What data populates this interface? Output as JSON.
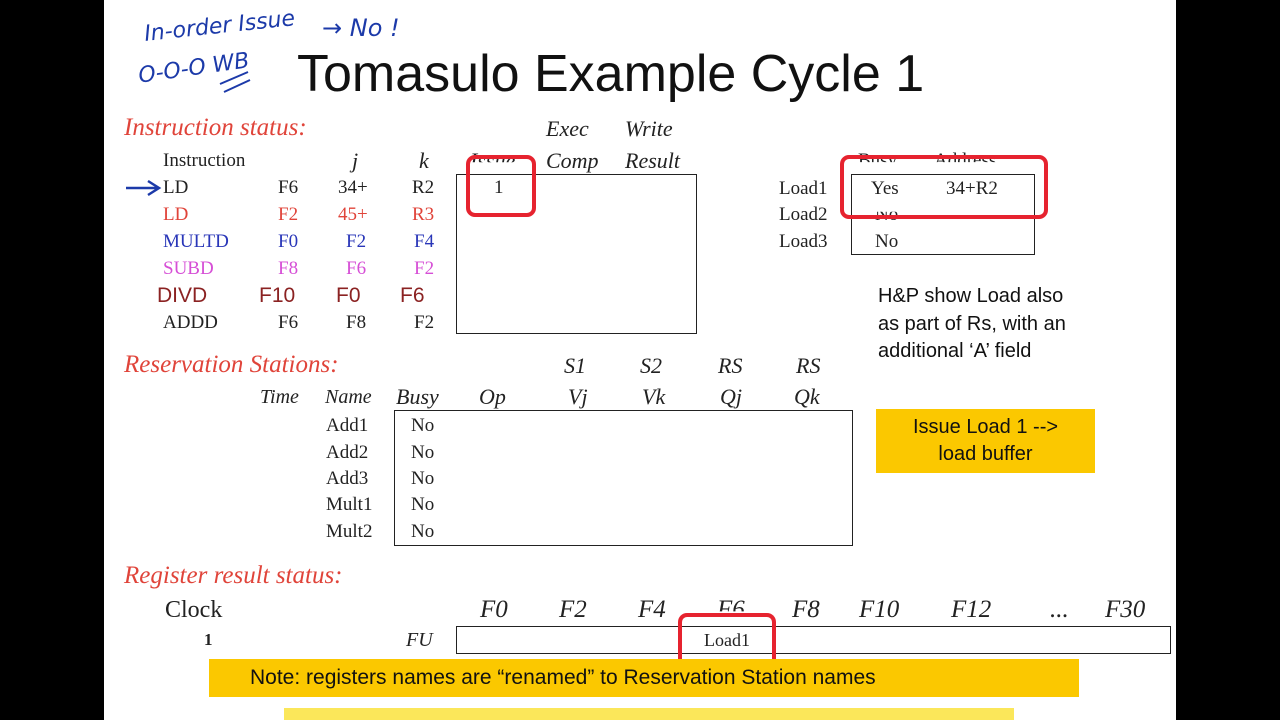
{
  "title": "Tomasulo Example Cycle 1",
  "handwriting": {
    "line1": "In-order Issue",
    "arrow_note": "→ No !",
    "line2": "O-O-O WB"
  },
  "instruction_status": {
    "heading": "Instruction status:",
    "col_instruction": "Instruction",
    "col_j": "j",
    "col_k": "k",
    "col_issue": "Issue",
    "col_exec_top": "Exec",
    "col_exec_bottom": "Comp",
    "col_write_top": "Write",
    "col_write_bottom": "Result",
    "rows": [
      {
        "op": "LD",
        "dest": "F6",
        "j": "34+",
        "k": "R2",
        "issue": "1",
        "color": "#222222"
      },
      {
        "op": "LD",
        "dest": "F2",
        "j": "45+",
        "k": "R3",
        "issue": "",
        "color": "#e0443a"
      },
      {
        "op": "MULTD",
        "dest": "F0",
        "j": "F2",
        "k": "F4",
        "issue": "",
        "color": "#2936b8"
      },
      {
        "op": "SUBD",
        "dest": "F8",
        "j": "F6",
        "k": "F2",
        "issue": "",
        "color": "#d64fd6"
      },
      {
        "op": "DIVD",
        "dest": "F10",
        "j": "F0",
        "k": "F6",
        "issue": "",
        "color": "#8b2222"
      },
      {
        "op": "ADDD",
        "dest": "F6",
        "j": "F8",
        "k": "F2",
        "issue": "",
        "color": "#222222"
      }
    ]
  },
  "load_buffers": {
    "col_busy": "Busy",
    "col_address": "Address",
    "rows": [
      {
        "name": "Load1",
        "busy": "Yes",
        "address": "34+R2"
      },
      {
        "name": "Load2",
        "busy": "No",
        "address": ""
      },
      {
        "name": "Load3",
        "busy": "No",
        "address": ""
      }
    ]
  },
  "hp_note": {
    "line1": "H&P show Load also",
    "line2": "as part of Rs, with an",
    "line3": "additional ‘A’ field"
  },
  "reservation_stations": {
    "heading": "Reservation Stations:",
    "top_s1": "S1",
    "top_s2": "S2",
    "top_rs1": "RS",
    "top_rs2": "RS",
    "col_time": "Time",
    "col_name": "Name",
    "col_busy": "Busy",
    "col_op": "Op",
    "col_vj": "Vj",
    "col_vk": "Vk",
    "col_qj": "Qj",
    "col_qk": "Qk",
    "rows": [
      {
        "name": "Add1",
        "busy": "No"
      },
      {
        "name": "Add2",
        "busy": "No"
      },
      {
        "name": "Add3",
        "busy": "No"
      },
      {
        "name": "Mult1",
        "busy": "No"
      },
      {
        "name": "Mult2",
        "busy": "No"
      }
    ]
  },
  "issue_callout": {
    "line1": "Issue Load 1 -->",
    "line2": "load buffer"
  },
  "register_status": {
    "heading": "Register result status:",
    "clock_label": "Clock",
    "clock_value": "1",
    "fu_label": "FU",
    "registers": [
      "F0",
      "F2",
      "F4",
      "F6",
      "F8",
      "F10",
      "F12",
      "...",
      "F30"
    ],
    "f6_value": "Load1"
  },
  "note": "Note: registers names are “renamed” to Reservation Station names",
  "colors": {
    "accent_red": "#e6232f",
    "callout_yellow": "#fbc800",
    "hand_blue": "#1c3aa9"
  }
}
